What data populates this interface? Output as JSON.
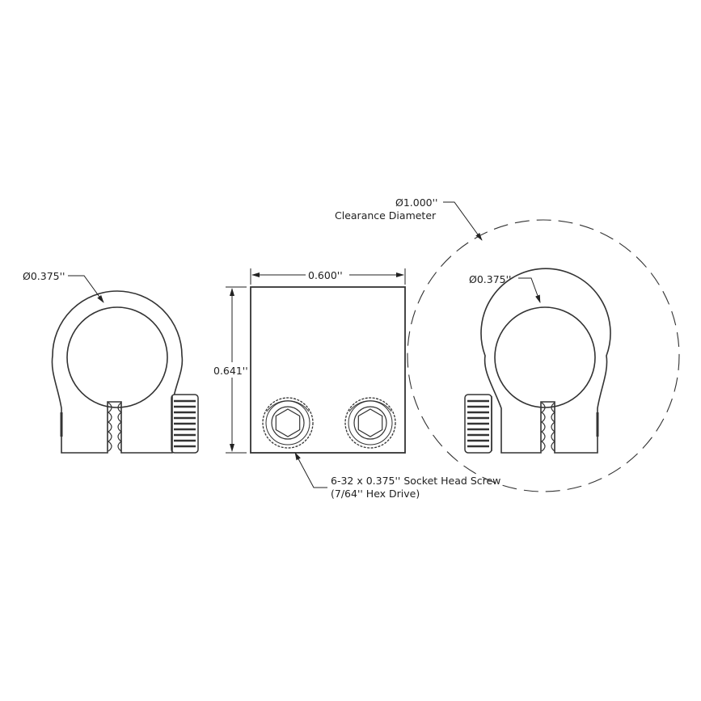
{
  "drawing": {
    "type": "technical-drawing",
    "colors": {
      "line": "#333333",
      "text": "#222222",
      "background": "#ffffff"
    },
    "views": {
      "left": {
        "name": "side-view-left",
        "bore_label": "Ø0.375''"
      },
      "front": {
        "name": "front-view",
        "width_label": "0.600''",
        "height_label": "0.641''",
        "screw_callout_line1": "6-32 x 0.375'' Socket Head Screw",
        "screw_callout_line2": "(7/64'' Hex Drive)"
      },
      "right": {
        "name": "side-view-right",
        "bore_label": "Ø0.375''",
        "clearance_value": "Ø1.000''",
        "clearance_text": "Clearance Diameter"
      }
    }
  }
}
